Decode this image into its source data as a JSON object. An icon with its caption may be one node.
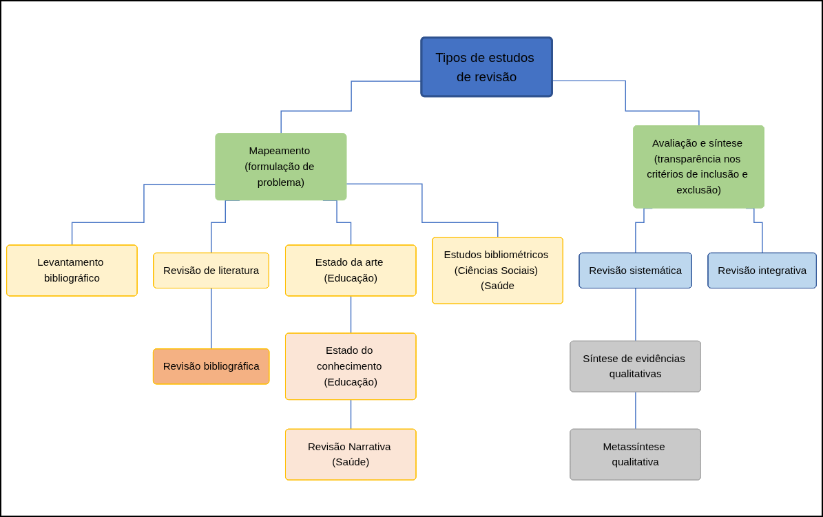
{
  "diagram": {
    "nodes": [
      {
        "text": [
          "Tipos de estudos de revisão"
        ]
      },
      {
        "text": [
          "Mapeamento (formulação de problema)"
        ]
      },
      {
        "text": [
          "Avaliação e síntese (transparência nos critérios de inclusão e exclusão)"
        ]
      },
      {
        "text": [
          "Levantamento bibliográfico"
        ]
      },
      {
        "text": [
          "Revisão de literatura"
        ]
      },
      {
        "text": [
          "Estado da arte (Educação)"
        ]
      },
      {
        "text": [
          "Estudos bibliométricos (Ciências Sociais) (Saúde"
        ]
      },
      {
        "text": [
          "Revisão bibliográfica"
        ]
      },
      {
        "text": [
          "Estado do conhecimento (Educação)"
        ]
      },
      {
        "text": [
          "Revisão Narrativa (Saúde)"
        ]
      },
      {
        "text": [
          "Revisão sistemática"
        ]
      },
      {
        "text": [
          "Revisão integrativa"
        ]
      },
      {
        "text": [
          "Síntese de evidências qualitativas"
        ]
      },
      {
        "text": [
          "Metassíntese qualitativa"
        ]
      }
    ],
    "edges": [
      {
        "from": 0,
        "to": 1,
        "arrow": "none"
      },
      {
        "from": 0,
        "to": 2,
        "arrow": "none"
      },
      {
        "from": 1,
        "to": 3,
        "arrow": "none"
      },
      {
        "from": 1,
        "to": 4,
        "arrow": "none"
      },
      {
        "from": 1,
        "to": 5,
        "arrow": "none"
      },
      {
        "from": 1,
        "to": 6,
        "arrow": "none"
      },
      {
        "from": 4,
        "to": 7,
        "arrow": "none"
      },
      {
        "from": 5,
        "to": 8,
        "arrow": "none"
      },
      {
        "from": 8,
        "to": 9,
        "arrow": "none"
      },
      {
        "from": 2,
        "to": 10,
        "arrow": "none"
      },
      {
        "from": 2,
        "to": 11,
        "arrow": "none"
      },
      {
        "from": 10,
        "to": 12,
        "arrow": "none"
      },
      {
        "from": 12,
        "to": 13,
        "arrow": "none"
      }
    ]
  }
}
